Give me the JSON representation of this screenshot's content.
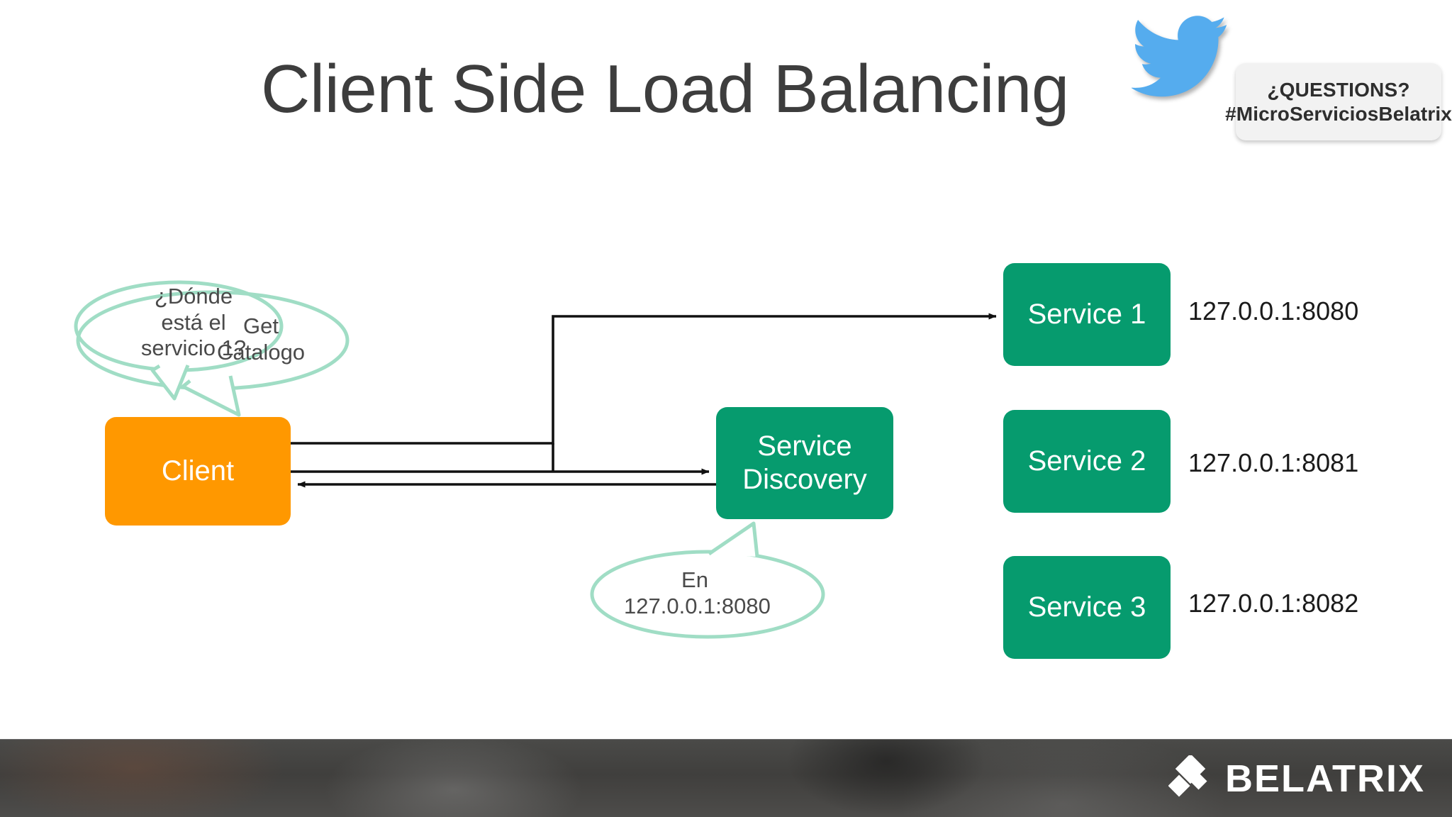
{
  "slide": {
    "title": "Client Side Load Balancing",
    "background_color": "#ffffff",
    "title_color": "#3d3d3d"
  },
  "twitter_badge": {
    "icon": "twitter-bird-icon",
    "icon_color": "#55acee",
    "question_line": "¿QUESTIONS?",
    "hashtag_line": "#MicroServiciosBelatrix",
    "background_color": "#f2f2f2"
  },
  "diagram": {
    "type": "flow-diagram",
    "nodes": [
      {
        "id": "client",
        "label": "Client",
        "color": "#FF9800"
      },
      {
        "id": "discovery",
        "label": "Service\nDiscovery",
        "color": "#069B6E"
      },
      {
        "id": "service1",
        "label": "Service 1",
        "color": "#069B6E"
      },
      {
        "id": "service2",
        "label": "Service 2",
        "color": "#069B6E"
      },
      {
        "id": "service3",
        "label": "Service 3",
        "color": "#069B6E"
      }
    ],
    "endpoints": [
      {
        "for": "service1",
        "address": "127.0.0.1:8080"
      },
      {
        "for": "service2",
        "address": "127.0.0.1:8081"
      },
      {
        "for": "service3",
        "address": "127.0.0.1:8082"
      }
    ],
    "speech_bubbles": [
      {
        "id": "donde",
        "text": "¿Dónde\nestá el\nservicio 1?",
        "from": "client",
        "outline_color": "#A0DDC5"
      },
      {
        "id": "get",
        "text": "Get\nCatalogo",
        "from": "client",
        "outline_color": "#A0DDC5"
      },
      {
        "id": "en",
        "text": "En\n127.0.0.1:8080",
        "from": "discovery",
        "outline_color": "#A0DDC5"
      }
    ],
    "connectors": [
      {
        "id": "client-to-service1",
        "from": "client",
        "to": "service1",
        "direction": "forward"
      },
      {
        "id": "client-to-discovery",
        "from": "client",
        "to": "discovery",
        "direction": "forward"
      },
      {
        "id": "discovery-to-client",
        "from": "discovery",
        "to": "client",
        "direction": "backward"
      }
    ]
  },
  "footer": {
    "brand": "BELATRIX",
    "logo_icon": "belatrix-diamond-icon",
    "background_color": "#403f3d"
  }
}
